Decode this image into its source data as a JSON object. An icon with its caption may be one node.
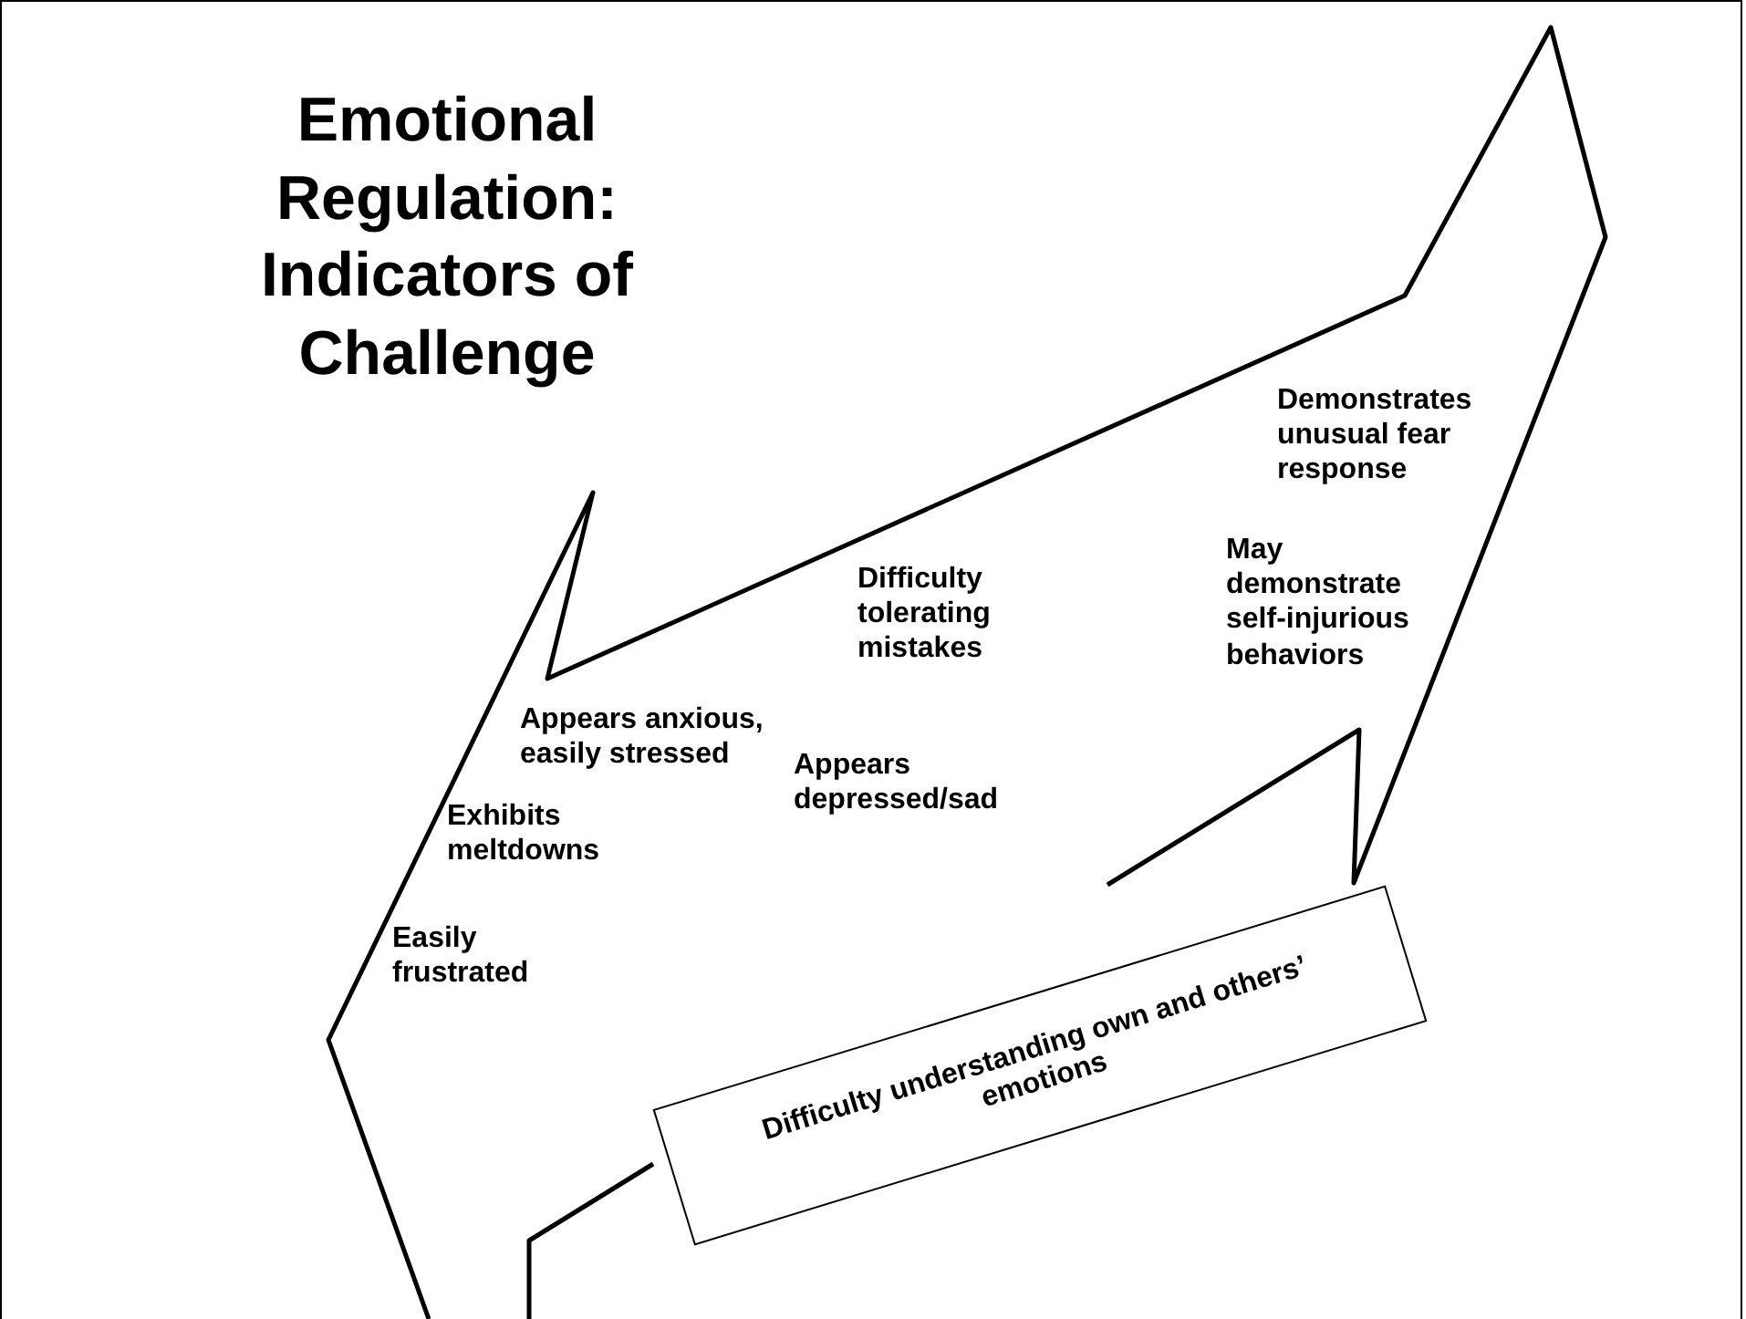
{
  "diagram": {
    "title": "Emotional Regulation: Indicators of Challenge",
    "nodes": [
      {
        "text": [
          "Demonstrates unusual fear response",
          "Difficulty tolerating mistakes",
          "May demonstrate self-injurious behaviors",
          "Appears anxious, easily stressed",
          "Appears depressed/sad",
          "Exhibits meltdowns",
          "Easily frustrated"
        ]
      },
      {
        "text": [
          "Difficulty understanding own and others’ emotions"
        ],
        "in": 0
      }
    ],
    "edges": []
  }
}
